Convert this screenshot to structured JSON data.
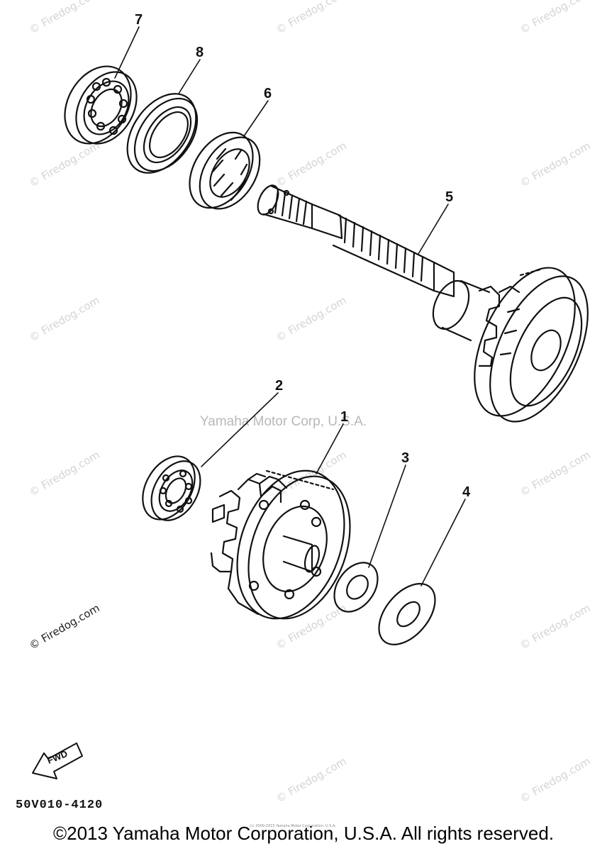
{
  "diagram": {
    "callouts": [
      "7",
      "8",
      "6",
      "5",
      "2",
      "1",
      "3",
      "4"
    ],
    "watermark": "© Firedog.com",
    "center_watermark": "Yamaha Motor Corp, U.S.A.",
    "fwd_label": "FWD",
    "part_code": "50V010-4120",
    "fine_print": "(c) 2000-2015 Yamaha Motor Corporation, U.S.A.",
    "copyright": "©2013 Yamaha Motor Corporation, U.S.A. All rights reserved."
  }
}
